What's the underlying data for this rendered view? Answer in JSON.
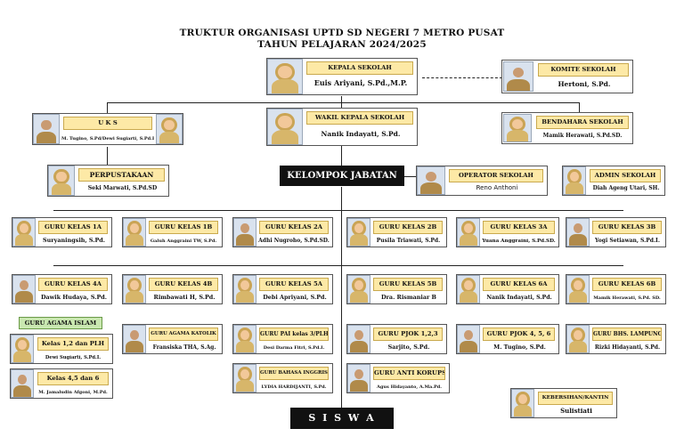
{
  "title_line1": "TRUKTUR ORGANISASI UPTD SD NEGERI 7 METRO PUSAT",
  "title_line2": "TAHUN PELAJARAN 2024/2025",
  "kepala": {
    "role": "KEPALA SEKOLAH",
    "name": "Euis Ariyani, S.Pd.,M.P."
  },
  "komite": {
    "role": "KOMITE SEKOLAH",
    "name": "Hertoni, S.Pd."
  },
  "uks": {
    "role": "U K S",
    "name": "M. Tugino, S.Pd/Dewi Sugiarti, S.Pd.I"
  },
  "wakil": {
    "role": "WAKIL KEPALA SEKOLAH",
    "name": "Nanik Indayati, S.Pd."
  },
  "bendahara": {
    "role": "BENDAHARA SEKOLAH",
    "name": "Mamik Herawati, S.Pd.SD."
  },
  "perpustakaan": {
    "role": "PERPUSTAKAAN",
    "name": "Seki Marwati, S.Pd.SD"
  },
  "kelompok": "KELOMPOK JABATAN",
  "operator": {
    "role": "OPERATOR SEKOLAH",
    "name": "Reno Anthoni"
  },
  "admin": {
    "role": "ADMIN SEKOLAH",
    "name": "Diah Ageng Utari, SH."
  },
  "row3": [
    {
      "role": "GURU KELAS 1A",
      "name": "Suryaningsih, S.Pd."
    },
    {
      "role": "GURU KELAS 1B",
      "name": "Galuh Anggraini TW, S.Pd."
    },
    {
      "role": "GURU KELAS 2A",
      "name": "Adhi Nugroho, S.Pd.SD."
    },
    {
      "role": "GURU KELAS 2B",
      "name": "Pusila Triawati, S.Pd."
    },
    {
      "role": "GURU KELAS 3A",
      "name": "Yuana Anggraini, S.Pd.SD."
    },
    {
      "role": "GURU KELAS 3B",
      "name": "Yogi Setiawan, S.Pd.I."
    }
  ],
  "row4": [
    {
      "role": "GURU KELAS 4A",
      "name": "Dawik Hudaya, S.Pd."
    },
    {
      "role": "GURU KELAS 4B",
      "name": "Rimbawati H, S.Pd."
    },
    {
      "role": "GURU KELAS 5A",
      "name": "Debi Apriyani, S.Pd."
    },
    {
      "role": "GURU KELAS 5B",
      "name": "Dra. Rismaniar B"
    },
    {
      "role": "GURU KELAS 6A",
      "name": "Nanik Indayati, S.Pd."
    },
    {
      "role": "GURU KELAS 6B",
      "name": "Mamik Herawati, S.Pd. SD."
    }
  ],
  "agama_islam": "GURU AGAMA ISLAM",
  "islam1": {
    "role": "Kelas 1,2 dan PLH",
    "name": "Dewi Sugiarti, S.Pd.I."
  },
  "islam2": {
    "role": "Kelas 4,5 dan 6",
    "name": "M. Jamaludin Afgoni, M.Pd."
  },
  "katolik": {
    "role": "GURU AGAMA KATOLIK",
    "name": "Fransiska THA, S.Ag."
  },
  "pai": {
    "role": "GURU PAI kelas 3/PLH",
    "name": "Desi Darma Fitri, S.Pd.I."
  },
  "inggris": {
    "role": "GURU BAHASA INGGRIS",
    "name": "LYDIA HARDIJANTI, S.Pd."
  },
  "pjok123": {
    "role": "GURU PJOK 1,2,3",
    "name": "Sarjito, S.Pd."
  },
  "pjok456": {
    "role": "GURU PJOK 4, 5, 6",
    "name": "M. Tugino, S.Pd."
  },
  "lampung": {
    "role": "GURU BHS. LAMPUNG",
    "name": "Rizki Hidayanti, S.Pd."
  },
  "korupsi": {
    "role": "GURU ANTI KORUPSI",
    "name": "Agus Hidayanto, A.Ma.Pd."
  },
  "kebersihan": {
    "role": "KEBERSIHAN/KANTIN",
    "name": "Sulistiati"
  },
  "siswa": "S I S W A"
}
